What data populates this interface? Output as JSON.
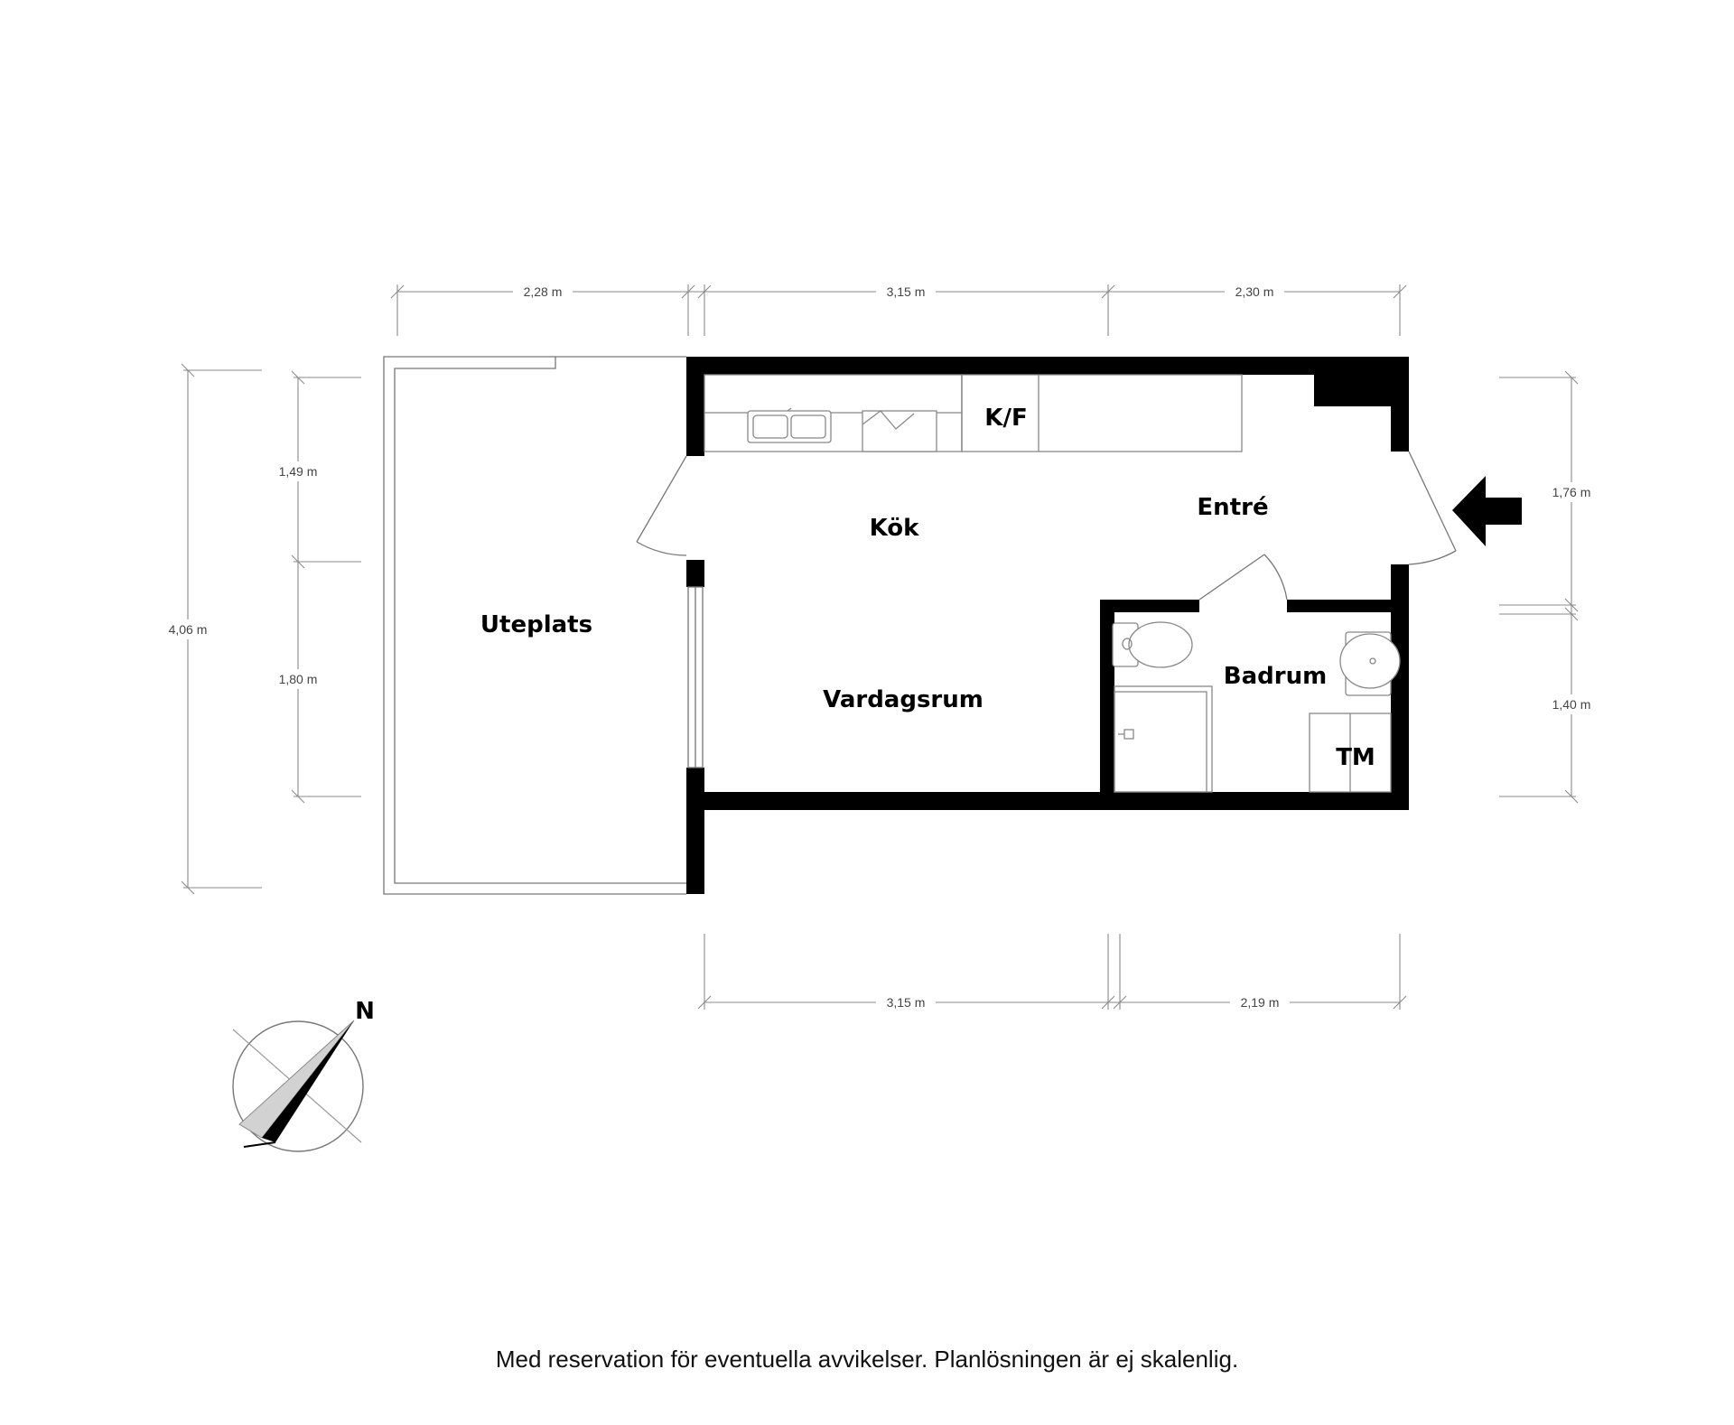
{
  "rooms": {
    "kok": "Kök",
    "vardagsrum": "Vardagsrum",
    "entre": "Entré",
    "badrum": "Badrum",
    "uteplats": "Uteplats",
    "kf": "K/F",
    "tm": "TM"
  },
  "dimensions": {
    "top_left": "2,28 m",
    "top_mid": "3,15 m",
    "top_right": "2,30 m",
    "bottom_mid": "3,15 m",
    "bottom_right": "2,19 m",
    "left_total": "4,06 m",
    "left_upper": "1,49 m",
    "left_lower": "1,80 m",
    "right_upper": "1,76 m",
    "right_lower": "1,40 m"
  },
  "compass": {
    "north": "N"
  },
  "disclaimer": "Med reservation för eventuella avvikelser. Planlösningen är ej skalenlig."
}
